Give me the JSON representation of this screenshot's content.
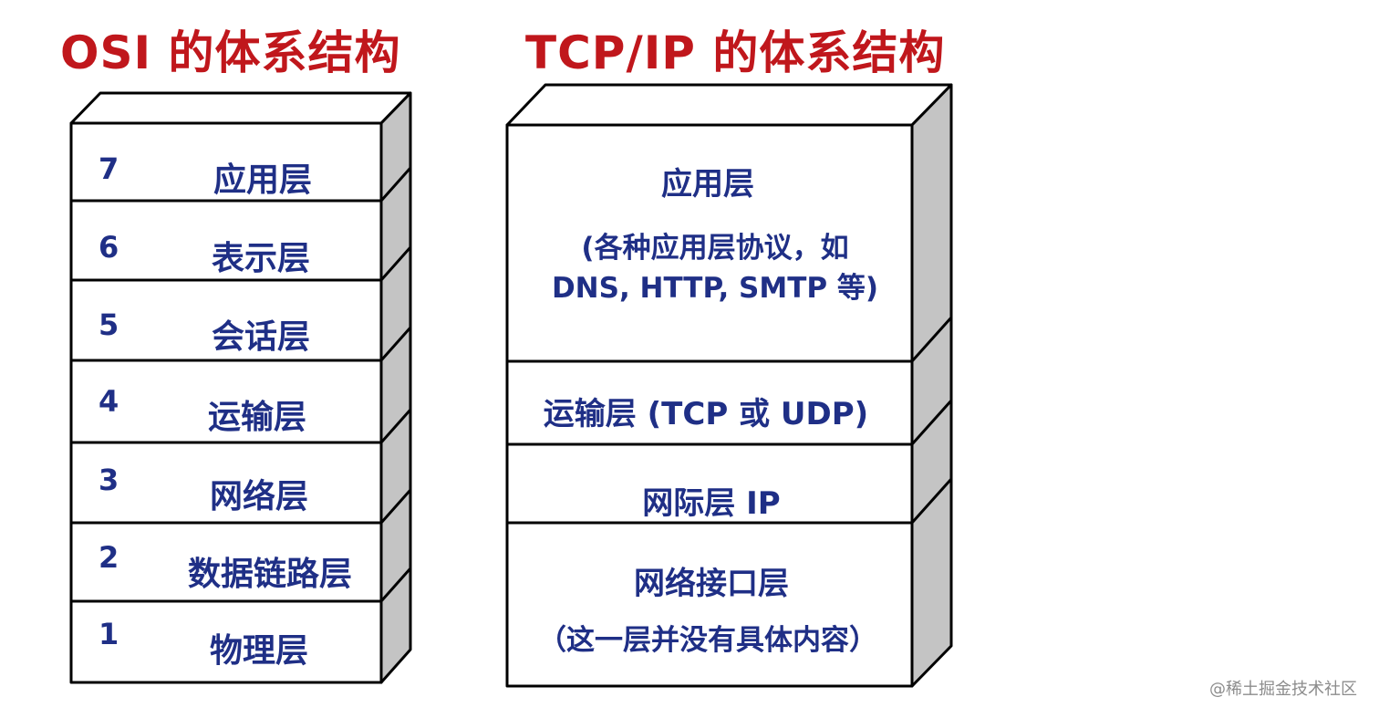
{
  "osi": {
    "title": "OSI 的体系结构",
    "layers": [
      {
        "number": "7",
        "name": "应用层"
      },
      {
        "number": "6",
        "name": "表示层"
      },
      {
        "number": "5",
        "name": "会话层"
      },
      {
        "number": "4",
        "name": "运输层"
      },
      {
        "number": "3",
        "name": "网络层"
      },
      {
        "number": "2",
        "name": "数据链路层"
      },
      {
        "number": "1",
        "name": "物理层"
      }
    ]
  },
  "tcpip": {
    "title": "TCP/IP 的体系结构",
    "layers": [
      {
        "name": "应用层",
        "line2": "(各种应用层协议，如",
        "line3": "DNS, HTTP, SMTP 等)"
      },
      {
        "name": "运输层 (TCP 或 UDP)"
      },
      {
        "name": "网际层 IP"
      },
      {
        "name": "网络接口层",
        "line2": "（这一层并没有具体内容）"
      }
    ]
  },
  "watermark": "@稀土掘金技术社区",
  "colors": {
    "title": "#c0171c",
    "label": "#1f2f86",
    "side": "#c4c4c4",
    "top": "#ffffff",
    "border": "#000000"
  }
}
